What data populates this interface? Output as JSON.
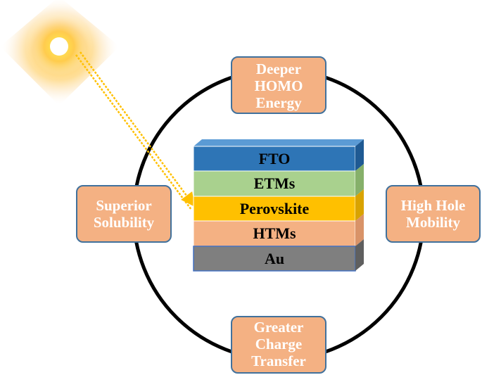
{
  "theme": {
    "box_fill": "#f4b183",
    "box_border": "#41719c",
    "box_text": "#ffffff",
    "ring": "#000000",
    "sun_core": "#ffffff",
    "sun_glow": "#ffc000",
    "light_ray": "#ffc000"
  },
  "boxes": {
    "top": {
      "line1": "Deeper",
      "line2": "HOMO",
      "line3": "Energy"
    },
    "left": {
      "line1": "Superior",
      "line2": "Solubility"
    },
    "right": {
      "line1": "High Hole",
      "line2": "Mobility"
    },
    "bottom": {
      "line1": "Greater",
      "line2": "Charge",
      "line3": "Transfer"
    }
  },
  "stack": {
    "layers": [
      {
        "label": "FTO",
        "color": "#2e75b6"
      },
      {
        "label": "ETMs",
        "color": "#a9d18e"
      },
      {
        "label": "Perovskite",
        "color": "#ffc000"
      },
      {
        "label": "HTMs",
        "color": "#f4b183"
      },
      {
        "label": "Au",
        "color": "#7f7f7f"
      }
    ]
  }
}
